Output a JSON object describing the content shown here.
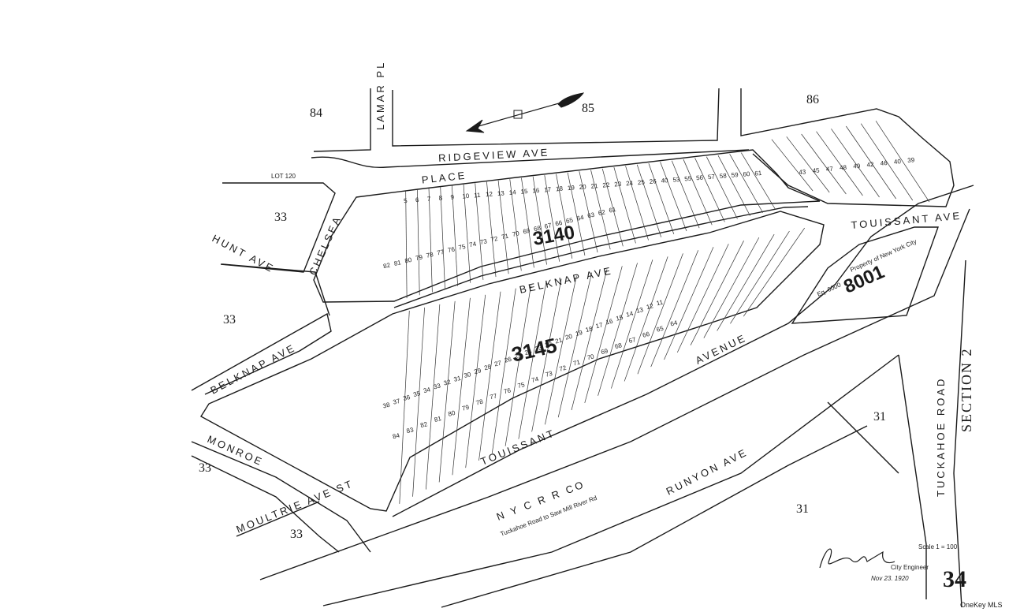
{
  "watermark": "OneKey MLS",
  "sheet": {
    "number": "34",
    "scale": "Scale 1 = 100",
    "engineer": "City Engineer",
    "date": "Nov 23. 1920",
    "section": "SECTION 2"
  },
  "adjacent_sheets": {
    "s84": "84",
    "s85": "85",
    "s86": "86",
    "s33a": "33",
    "s33b": "33",
    "s33c": "33",
    "s33d": "33",
    "s31a": "31",
    "s31b": "31"
  },
  "blocks": {
    "b3140": "3140",
    "b3145": "3145",
    "b8001": "8001"
  },
  "streets": {
    "ridgeview": "RIDGEVIEW AVE",
    "lamar": "LAMAR PL",
    "chelsea_place": "PLACE",
    "chelsea": "CHELSEA",
    "hunt": "HUNT AVE",
    "belknap_upper": "BELKNAP AVE",
    "belknap_lower": "BELKNAP AVE",
    "touissant_upper": "TOUISSANT AVE",
    "touissant_lower": "TOUISSANT",
    "avenue": "AVENUE",
    "monroe": "MONROE",
    "moultrie": "MOULTRIE AVE ST",
    "runyon": "RUNYON AVE",
    "tuckahoe": "TUCKAHOE ROAD",
    "nycrr": "N Y C R R CO",
    "nycrr_sub": "Tuckahoe Road to Saw Mill River Rd"
  },
  "annotations": {
    "lot120": "LOT 120",
    "property": "Property of New York City",
    "eq": "Eq. 6000"
  },
  "lots_3140_row1": [
    "5",
    "6",
    "7",
    "8",
    "9",
    "10",
    "11",
    "12",
    "13",
    "14",
    "15",
    "16",
    "17",
    "18",
    "19",
    "20",
    "21",
    "22",
    "23",
    "24",
    "25",
    "26",
    "40",
    "53",
    "55",
    "56",
    "57",
    "58",
    "59",
    "60",
    "61"
  ],
  "lots_3140_row2": [
    "82",
    "81",
    "80",
    "79",
    "78",
    "77",
    "76",
    "75",
    "74",
    "73",
    "72",
    "71",
    "70",
    "69",
    "68",
    "67",
    "66",
    "65",
    "64",
    "63",
    "62",
    "61"
  ],
  "lots_3145": [
    "38",
    "37",
    "36",
    "35",
    "34",
    "33",
    "32",
    "31",
    "30",
    "29",
    "28",
    "27",
    "26",
    "25",
    "24",
    "23",
    "22",
    "21",
    "20",
    "19",
    "18",
    "17",
    "16",
    "15",
    "14",
    "13",
    "12",
    "11"
  ],
  "lots_3145_row2": [
    "84",
    "83",
    "82",
    "81",
    "80",
    "79",
    "78",
    "77",
    "76",
    "75",
    "74",
    "73",
    "72",
    "71",
    "70",
    "69",
    "68",
    "67",
    "66",
    "65",
    "64"
  ],
  "lots_top_right": [
    "43",
    "45",
    "47",
    "48",
    "49",
    "42",
    "46",
    "40",
    "39"
  ]
}
